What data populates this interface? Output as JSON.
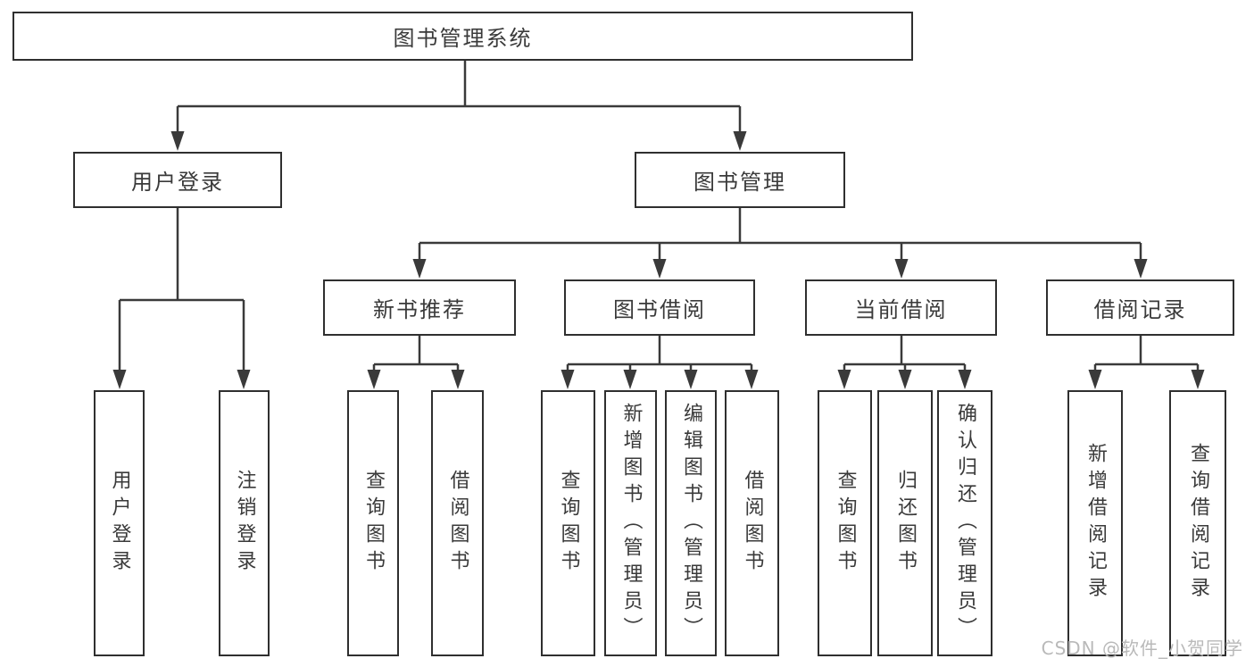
{
  "diagram": {
    "root": {
      "label": "图书管理系统"
    },
    "branches": [
      {
        "label": "用户登录",
        "children": [
          {
            "label": "用户登录"
          },
          {
            "label": "注销登录"
          }
        ]
      },
      {
        "label": "图书管理",
        "children": [
          {
            "label": "新书推荐",
            "children": [
              {
                "label": "查询图书"
              },
              {
                "label": "借阅图书"
              }
            ]
          },
          {
            "label": "图书借阅",
            "children": [
              {
                "label": "查询图书"
              },
              {
                "label": "新增图书（管理员）"
              },
              {
                "label": "编辑图书（管理员）"
              },
              {
                "label": "借阅图书"
              }
            ]
          },
          {
            "label": "当前借阅",
            "children": [
              {
                "label": "查询图书"
              },
              {
                "label": "归还图书"
              },
              {
                "label": "确认归还（管理员）"
              }
            ]
          },
          {
            "label": "借阅记录",
            "children": [
              {
                "label": "新增借阅记录"
              },
              {
                "label": "查询借阅记录"
              }
            ]
          }
        ]
      }
    ]
  },
  "watermark": {
    "text": "CSDN @软件_小贺同学"
  },
  "colors": {
    "line": "#3a3a3a",
    "box_border": "#2f2f2f",
    "text": "#3a3a3a",
    "watermark": "#b9b9b9",
    "background": "#ffffff"
  }
}
